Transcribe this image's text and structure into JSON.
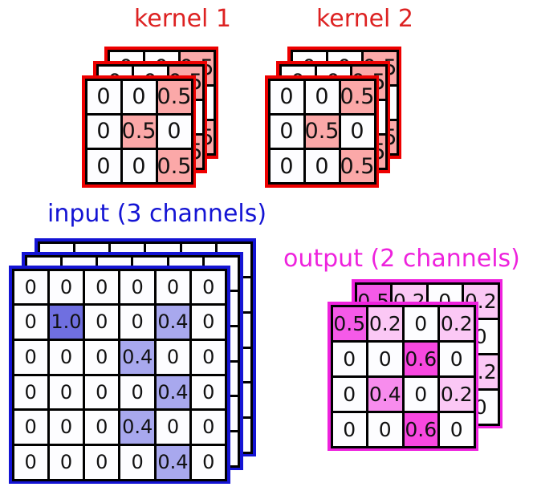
{
  "diagram": {
    "title_kernel1": "kernel 1",
    "title_kernel2": "kernel 2",
    "title_input": "input (3 channels)",
    "title_output": "output (2 channels)"
  },
  "colors": {
    "kernel_border": "#ee0000",
    "kernel_title": "#dd2222",
    "input_border": "#1414d4",
    "input_title": "#1414d4",
    "output_border": "#ee22dd",
    "output_title": "#ee22dd",
    "cell_empty": "#fdfdff",
    "cell_grid_line": "#000000",
    "kernel_fill_0_5": "#fba8a8",
    "input_fill_1_0": "#6f6fe0",
    "input_fill_0_4": "#a8a8ee",
    "output_fill_0_2": "#fbc8f5",
    "output_fill_0_4": "#f78ced",
    "output_fill_0_5": "#f55ae8",
    "output_fill_0_6": "#f848e0"
  },
  "chart_data": {
    "type": "diagram",
    "title": "2D convolution with 3 input channels and 2 output channels",
    "kernels": [
      {
        "name": "kernel 1",
        "channels": 3,
        "size": [
          3,
          3
        ],
        "values": [
          [
            "0",
            "0",
            "0.5"
          ],
          [
            "0",
            "0.5",
            "0"
          ],
          [
            "0",
            "0",
            "0.5"
          ]
        ]
      },
      {
        "name": "kernel 2",
        "channels": 3,
        "size": [
          3,
          3
        ],
        "values": [
          [
            "0",
            "0",
            "0.5"
          ],
          [
            "0",
            "0.5",
            "0"
          ],
          [
            "0",
            "0",
            "0.5"
          ]
        ]
      }
    ],
    "input": {
      "name": "input (3 channels)",
      "channels": 3,
      "size": [
        6,
        6
      ],
      "values": [
        [
          "0",
          "0",
          "0",
          "0",
          "0",
          "0"
        ],
        [
          "0",
          "1.0",
          "0",
          "0",
          "0.4",
          "0"
        ],
        [
          "0",
          "0",
          "0",
          "0.4",
          "0",
          "0"
        ],
        [
          "0",
          "0",
          "0",
          "0",
          "0.4",
          "0"
        ],
        [
          "0",
          "0",
          "0",
          "0.4",
          "0",
          "0"
        ],
        [
          "0",
          "0",
          "0",
          "0",
          "0.4",
          "0"
        ]
      ]
    },
    "output": {
      "name": "output (2 channels)",
      "channels": 2,
      "size": [
        4,
        4
      ],
      "values": [
        [
          "0.5",
          "0.2",
          "0",
          "0.2"
        ],
        [
          "0",
          "0",
          "0.6",
          "0"
        ],
        [
          "0",
          "0.4",
          "0",
          "0.2"
        ],
        [
          "0",
          "0",
          "0.6",
          "0"
        ]
      ]
    }
  }
}
